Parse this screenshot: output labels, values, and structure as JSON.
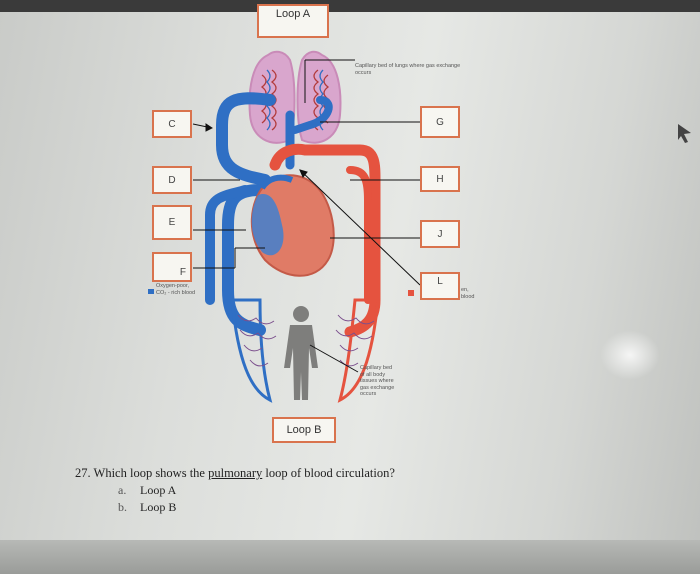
{
  "loops": {
    "a": "Loop A",
    "b": "Loop B"
  },
  "lung_caption": "Capillary bed of lungs where gas exchange occurs",
  "body_caption_lines": [
    "Capillary bed",
    "of all body",
    "tissues where",
    "gas exchange",
    "occurs"
  ],
  "labels": {
    "c": "C",
    "d": "D",
    "e": "E",
    "f": "F",
    "g": "G",
    "h": "H",
    "j": "J",
    "l": "L"
  },
  "legend": {
    "oxygen_poor": "Oxygen-poor,",
    "co2_rich": "CO₂ - rich blood",
    "oxygen_rich_partial": "en,",
    "oxygen_rich_blood": "blood"
  },
  "question": {
    "pre": "27. Which loop shows the ",
    "underlined": "pulmonary",
    "post": " loop of blood circulation?",
    "options": [
      {
        "letter": "a.",
        "text": "Loop A"
      },
      {
        "letter": "b.",
        "text": "Loop B"
      }
    ]
  },
  "colors": {
    "oxygen_poor": "#2f6fc4",
    "oxygen_rich": "#e5533f",
    "label_border": "#d9734d",
    "lung": "#c98bb8"
  }
}
